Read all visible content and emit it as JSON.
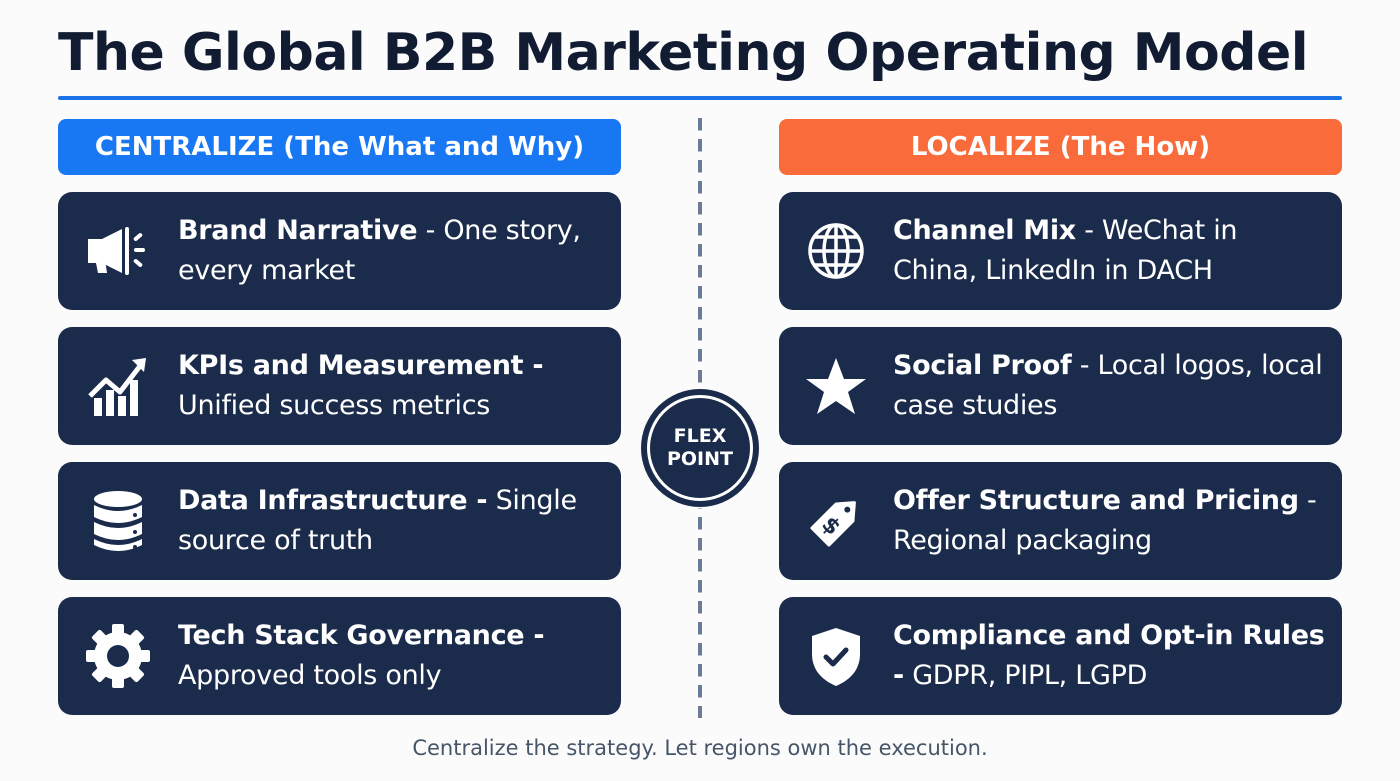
{
  "title": "The Global B2B Marketing Operating Model",
  "colors": {
    "title": "#111c33",
    "rule": "#1a73e8",
    "centralize_header": "#1877f2",
    "localize_header": "#fa6b3c",
    "card_bg": "#1b2b4b",
    "divider": "#6b7a96",
    "footer_text": "#475569"
  },
  "centralize": {
    "header": "CENTRALIZE (The What and Why)",
    "items": [
      {
        "icon": "megaphone-icon",
        "bold": "Brand Narrative",
        "rest": " - One story, every market"
      },
      {
        "icon": "growth-chart-icon",
        "bold": "KPIs and Measurement -",
        "rest": " Unified success metrics"
      },
      {
        "icon": "database-icon",
        "bold": "Data Infrastructure -",
        "rest": " Single source of truth"
      },
      {
        "icon": "gear-icon",
        "bold": "Tech Stack Governance -",
        "rest": " Approved tools only"
      }
    ]
  },
  "localize": {
    "header": "LOCALIZE (The How)",
    "items": [
      {
        "icon": "globe-icon",
        "bold": "Channel Mix",
        "rest": " - WeChat in China, LinkedIn in DACH"
      },
      {
        "icon": "star-icon",
        "bold": "Social Proof",
        "rest": " - Local logos, local case studies"
      },
      {
        "icon": "price-tag-icon",
        "bold": "Offer Structure and Pricing",
        "rest": " - Regional packaging"
      },
      {
        "icon": "shield-check-icon",
        "bold": "Compliance and Opt-in Rules -",
        "rest": " GDPR, PIPL, LGPD"
      }
    ]
  },
  "flex_point": {
    "line1": "FLEX",
    "line2": "POINT"
  },
  "footer": "Centralize the strategy. Let regions own the execution."
}
